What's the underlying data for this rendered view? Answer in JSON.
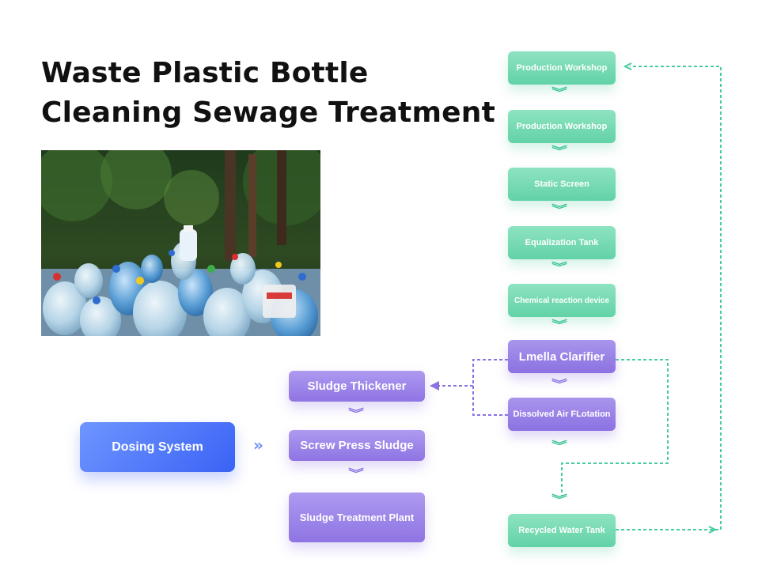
{
  "title": {
    "line1": "Waste Plastic Bottle",
    "line2": "Cleaning Sewage Treatment"
  },
  "flow": {
    "main": [
      "Production Workshop",
      "Production Workshop",
      "Static Screen",
      "Equalization Tank",
      "Chemical reaction device",
      "Lmella Clarifier",
      "Dissolved Air FLotation",
      "Recycled Water Tank"
    ],
    "sludge": [
      "Sludge Thickener",
      "Screw Press Sludge",
      "Sludge Treatment Plant"
    ],
    "dosing": "Dosing System"
  },
  "colors": {
    "green": "#62d2a7",
    "purple": "#8c71e2",
    "blue": "#3a62f5",
    "title": "#111111"
  },
  "icons": {
    "down_chevron": "double-chevron-down-icon",
    "right_chevron": "double-chevron-right-icon"
  }
}
